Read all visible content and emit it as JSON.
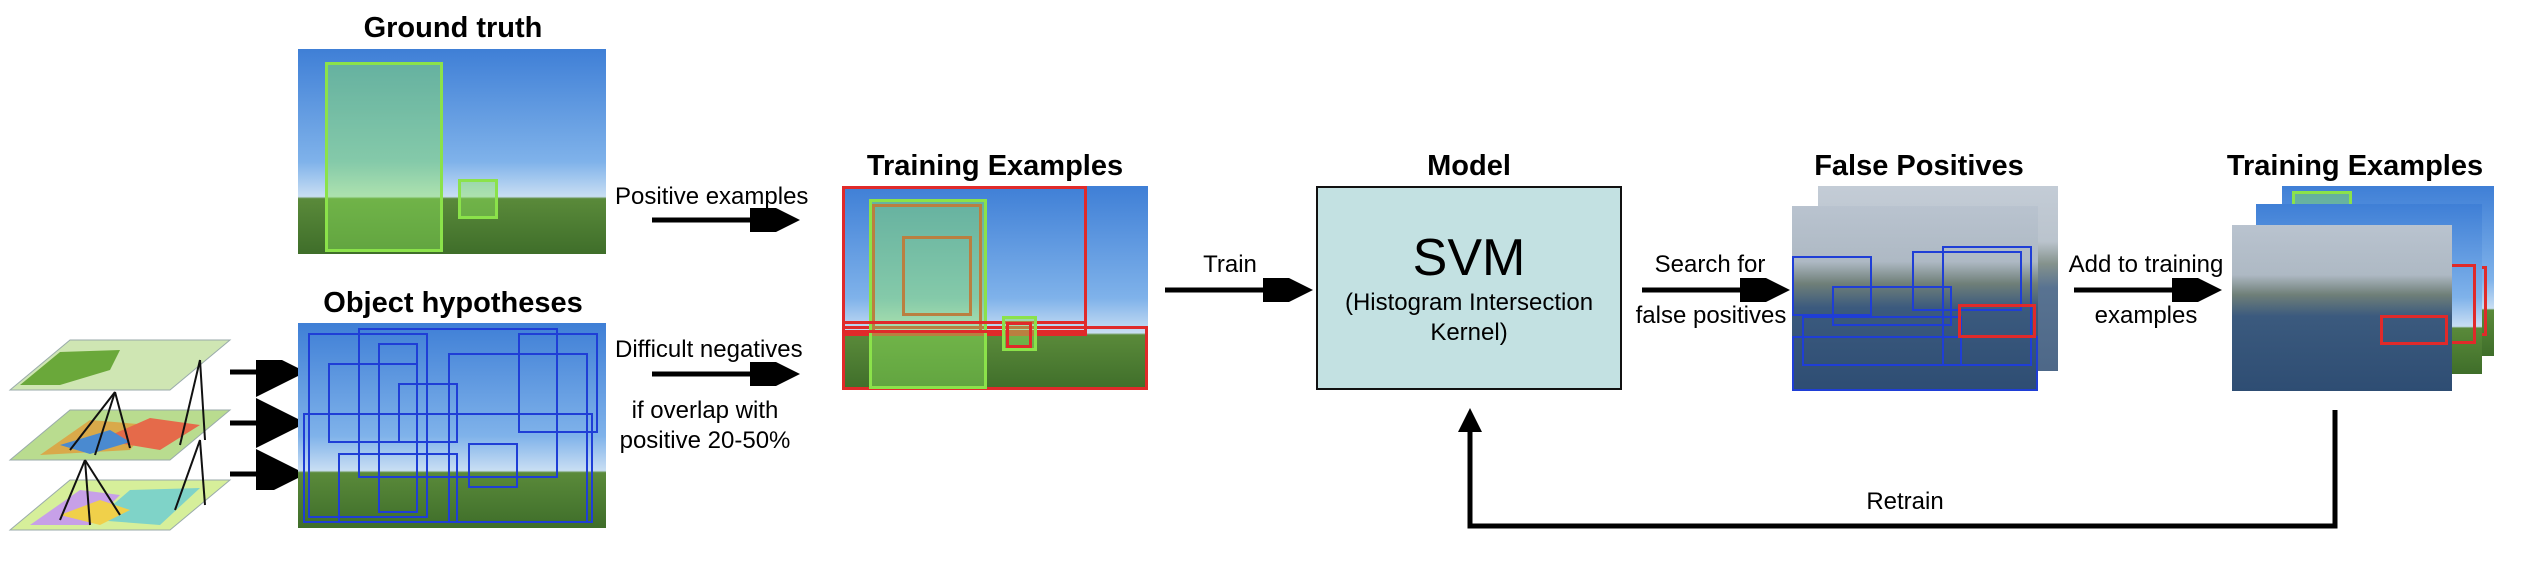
{
  "titles": {
    "ground_truth": "Ground truth",
    "object_hypotheses": "Object hypotheses",
    "training_examples_1": "Training Examples",
    "model": "Model",
    "false_positives": "False Positives",
    "training_examples_2": "Training Examples"
  },
  "labels": {
    "positive_examples": "Positive examples",
    "difficult_negatives": "Difficult negatives",
    "overlap_line1": "if overlap with",
    "overlap_line2": "positive 20-50%",
    "train": "Train",
    "search_line1": "Search for",
    "search_line2": "false positives",
    "add_line1": "Add to training",
    "add_line2": "examples",
    "retrain": "Retrain"
  },
  "model": {
    "name": "SVM",
    "kernel_line1": "(Histogram Intersection",
    "kernel_line2": "Kernel)"
  },
  "colors": {
    "positive_box": "#8be24a",
    "negative_box": "#e02a2a",
    "hypothesis_box": "#1f3ed6",
    "model_fill": "#c3e1e2"
  }
}
